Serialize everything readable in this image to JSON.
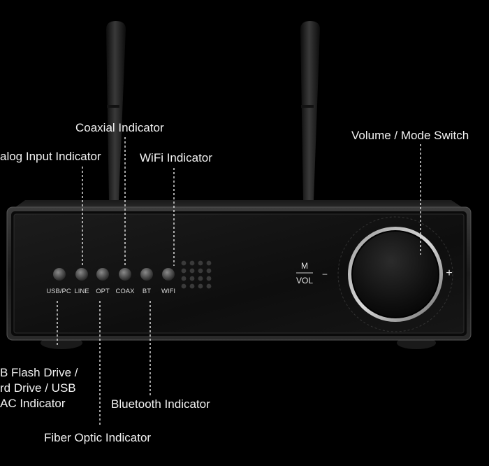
{
  "device": {
    "indicators": [
      {
        "key": "usb",
        "label": "USB/PC"
      },
      {
        "key": "line",
        "label": "LINE"
      },
      {
        "key": "opt",
        "label": "OPT"
      },
      {
        "key": "coax",
        "label": "COAX"
      },
      {
        "key": "bt",
        "label": "BT"
      },
      {
        "key": "wifi",
        "label": "WIFI"
      }
    ],
    "knob_label_top": "M",
    "knob_label_bottom": "VOL",
    "minus": "–",
    "plus": "+"
  },
  "callouts": {
    "coaxial": "Coaxial Indicator",
    "analog": "alog Input Indicator",
    "wifi": "WiFi Indicator",
    "volume": "Volume / Mode Switch",
    "usb_line1": "B Flash Drive /",
    "usb_line2": "rd Drive / USB",
    "usb_line3": "AC Indicator",
    "bluetooth": "Bluetooth Indicator",
    "fiber": "Fiber Optic Indicator"
  }
}
